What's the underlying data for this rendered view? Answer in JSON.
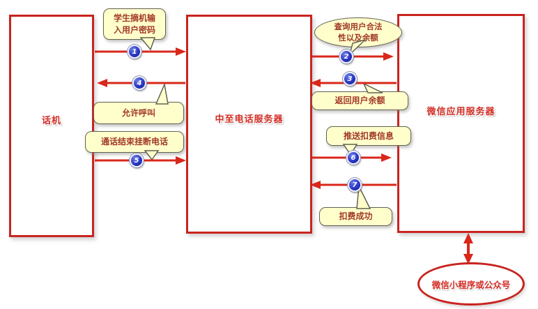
{
  "diagram_type": "sequence-flow",
  "actors": [
    {
      "id": "phone",
      "label": "话机"
    },
    {
      "id": "phone_server",
      "label": "中至电话服务器"
    },
    {
      "id": "wechat_server",
      "label": "微信应用服务器"
    }
  ],
  "external_node": {
    "label": "微信小程序或公众号"
  },
  "messages": [
    {
      "num": "1",
      "text": "学生摘机输入用户密码",
      "from": "话机",
      "to": "中至电话服务器",
      "direction": "right"
    },
    {
      "num": "2",
      "text": "查询用户合法性以及余额",
      "from": "中至电话服务器",
      "to": "微信应用服务器",
      "direction": "right"
    },
    {
      "num": "3",
      "text": "返回用户余额",
      "from": "微信应用服务器",
      "to": "中至电话服务器",
      "direction": "left"
    },
    {
      "num": "4",
      "text": "允许呼叫",
      "from": "中至电话服务器",
      "to": "话机",
      "direction": "left"
    },
    {
      "num": "5",
      "text": "通话结束挂断电话",
      "from": "话机",
      "to": "中至电话服务器",
      "direction": "right"
    },
    {
      "num": "6",
      "text": "推送扣费信息",
      "from": "中至电话服务器",
      "to": "微信应用服务器",
      "direction": "right"
    },
    {
      "num": "7",
      "text": "扣费成功",
      "from": "微信应用服务器",
      "to": "中至电话服务器",
      "direction": "left"
    }
  ],
  "links": [
    {
      "from": "微信应用服务器",
      "to": "微信小程序或公众号",
      "bidirectional": true
    }
  ],
  "colors": {
    "box_border_red": "#c8241f",
    "arrow_red": "#d9271a",
    "callout_fill": "#ffffcc",
    "callout_border": "#626252",
    "callout_text": "#a33a28",
    "actor_label_red": "#d22c24",
    "badge_blue": "#2a38c4",
    "background": "#ffffff"
  }
}
